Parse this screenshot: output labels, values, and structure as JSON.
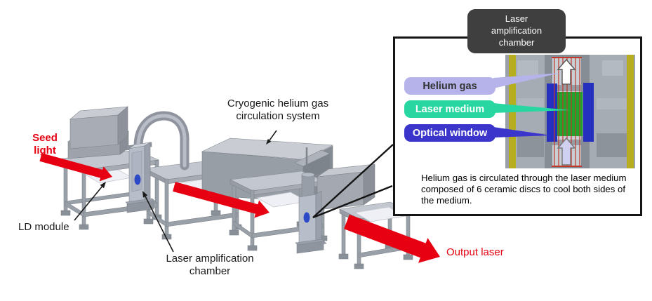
{
  "labels": {
    "seed_light": "Seed light",
    "cryo_system": "Cryogenic helium gas circulation system",
    "ld_module": "LD module",
    "amp_chamber": "Laser amplification chamber",
    "output_laser": "Output laser"
  },
  "inset": {
    "badge": "Laser amplification chamber",
    "legend": [
      {
        "label": "Helium gas",
        "color": "#b5b3ea",
        "text_color": "#333333"
      },
      {
        "label": "Laser medium",
        "color": "#27d6a0",
        "text_color": "#ffffff"
      },
      {
        "label": "Optical window",
        "color": "#3b35cc",
        "text_color": "#ffffff"
      }
    ],
    "caption": "Helium gas is circulated through the laser medium composed of 6 ceramic discs to cool both sides of the medium."
  },
  "colors": {
    "laser_red": "#e60012",
    "badge_bg": "#3f3f3f",
    "helium_gas": "#b5b3ea",
    "laser_medium_green": "#21a42c",
    "optical_window_blue": "#2531be",
    "yellow_frame": "#b7ae1f",
    "machine_gray": "#a9adb5"
  }
}
